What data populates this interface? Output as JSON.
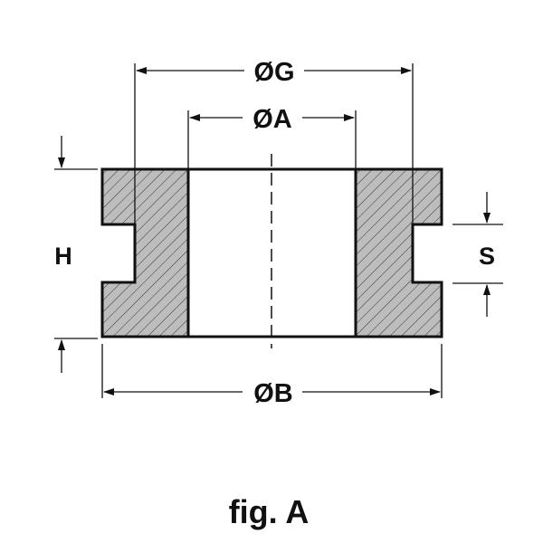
{
  "labels": {
    "dim_g": "ØG",
    "dim_a": "ØA",
    "dim_b": "ØB",
    "dim_h": "H",
    "dim_s": "S",
    "caption": "fig. A"
  },
  "colors": {
    "section_fill": "#bdbdbd",
    "outline": "#111111"
  }
}
